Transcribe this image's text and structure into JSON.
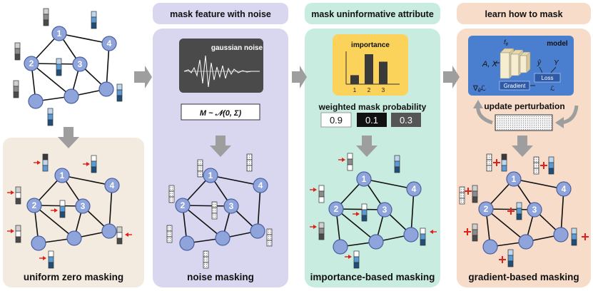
{
  "stages": [
    {
      "header": "",
      "caption": "uniform zero masking"
    },
    {
      "header": "mask feature with noise",
      "caption": "noise masking",
      "noise_box_label": "gaussian noise",
      "formula": "M ~ 𝒩(0, Σ)"
    },
    {
      "header": "mask uninformative attribute",
      "caption": "importance-based masking",
      "importance_box_label": "importance",
      "importance_ticks": [
        "1",
        "2",
        "3"
      ],
      "importance_bars": [
        0.3,
        1.0,
        0.75
      ],
      "prob_label": "weighted mask probability",
      "probabilities": [
        "0.9",
        "0.1",
        "0.3"
      ]
    },
    {
      "header": "learn how to mask",
      "caption": "gradient-based masking",
      "model_label": "model",
      "f_label": "f",
      "f_sub": "θ",
      "inputs_label": "A, X",
      "loss_label": "Loss",
      "gradient_label": "Gradient",
      "grad_symbol": "∇",
      "grad_sub": "θ",
      "grad_loss": "ℒ",
      "y_hat": "ŷ",
      "y_label": "Y",
      "loss_symbol": "ℒ",
      "update_label": "update perturbation"
    }
  ],
  "node_labels": [
    "1",
    "2",
    "3",
    "4"
  ],
  "colors": {
    "node_fill": "#8ea4db",
    "node_stroke": "#4a5f9e",
    "panel1": "#f3ebe0",
    "panel2": "#d9d6ef",
    "panel3": "#c9ece0",
    "panel4": "#f7dcc9",
    "arrow": "#9e9e9e",
    "red": "#e0201a"
  }
}
